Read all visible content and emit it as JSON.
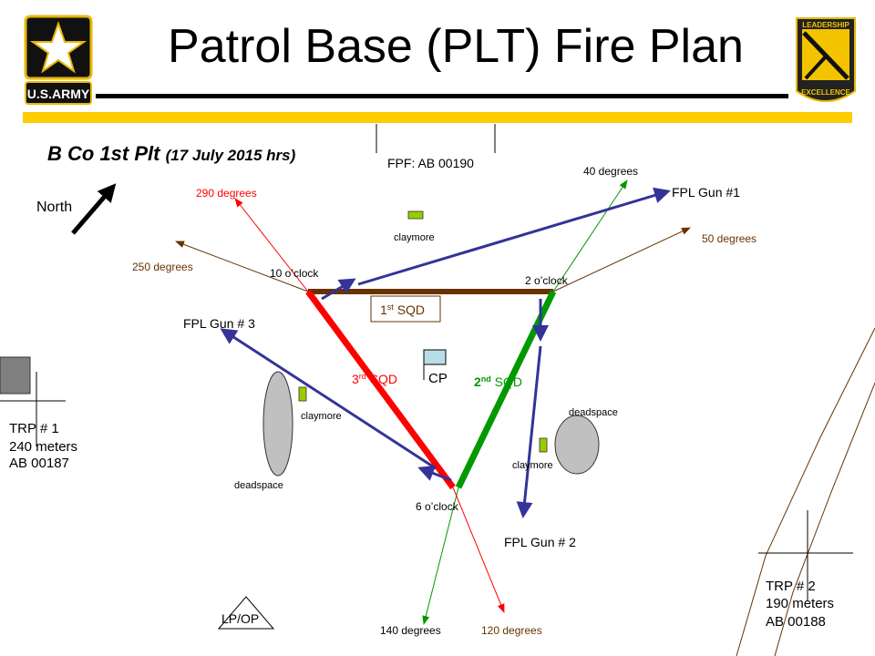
{
  "header": {
    "title": "Patrol Base (PLT) Fire Plan",
    "left_logo_text": "U.S.ARMY",
    "right_logo_top": "LEADERSHIP",
    "right_logo_bottom": "EXCELLENCE"
  },
  "unit": {
    "name": "B Co 1st Plt",
    "time": "(17 July 2015 hrs)"
  },
  "north": "North",
  "fpf": "FPF: AB 00190",
  "clock": {
    "ten": "10 o’clock",
    "two": "2 o’clock",
    "six": "6 o’clock"
  },
  "degrees": {
    "d290": "290 degrees",
    "d250": "250 degrees",
    "d40": "40 degrees",
    "d50": "50 degrees",
    "d140": "140 degrees",
    "d120": "120 degrees"
  },
  "fpl": {
    "gun1": "FPL Gun #1",
    "gun2": "FPL Gun # 2",
    "gun3": "FPL Gun # 3"
  },
  "squads": {
    "first_num": "1",
    "first_sup": "st",
    "first_label": " SQD",
    "second_num": "2",
    "second_sup": "nd",
    "second_label": " SQD",
    "third_num": "3",
    "third_sup": "rd",
    "third_label": " SQD"
  },
  "cp": "CP",
  "claymore": "claymore",
  "deadspace": "deadspace",
  "trp1": {
    "name": "TRP # 1",
    "dist": "240 meters",
    "grid": "AB 00187"
  },
  "trp2": {
    "name": "TRP # 2",
    "dist": "190 meters",
    "grid": "AB 00188"
  },
  "lpop": "LP/OP",
  "colors": {
    "yellow": "#FFCC00",
    "brown": "#663300",
    "red": "#FF0000",
    "green": "#009900",
    "blue": "#333399"
  }
}
